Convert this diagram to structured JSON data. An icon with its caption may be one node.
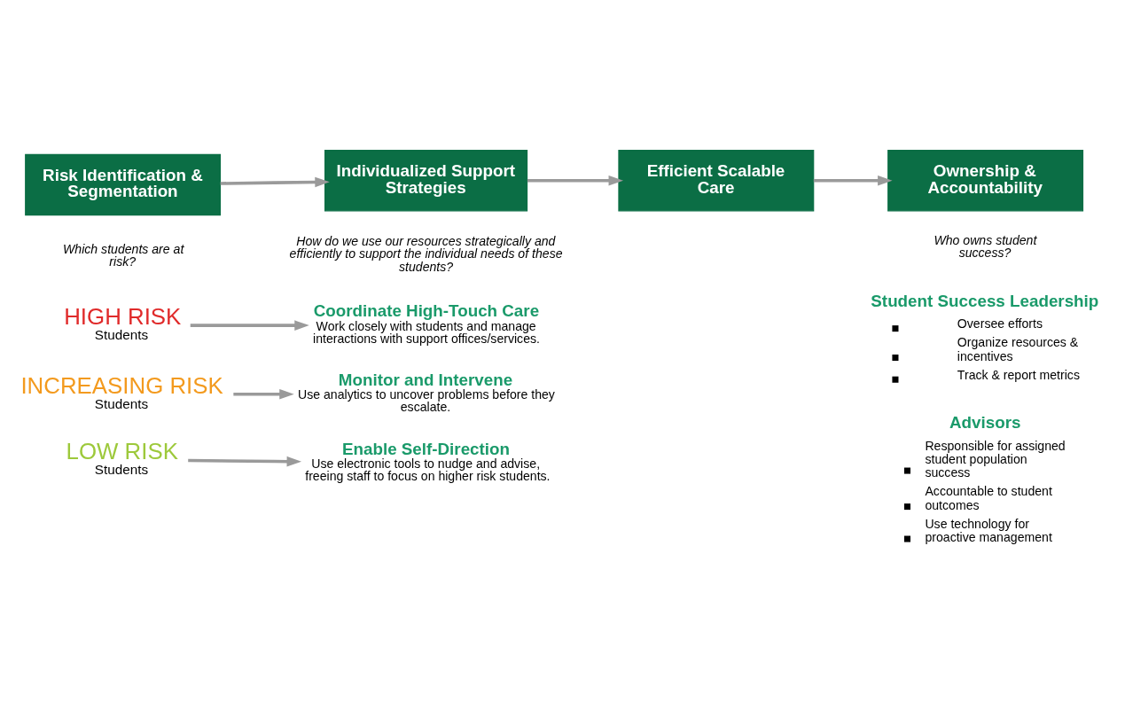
{
  "diagram": {
    "nodes": [
      {
        "text": [
          "Risk Identification & Segmentation"
        ],
        "beside": [
          "Which students are at risk?"
        ]
      },
      {
        "text": [
          "Individualized Support Strategies"
        ]
      },
      {
        "text": [
          "Efficient Scalable Care"
        ]
      },
      {
        "text": [
          "Ownership & Accountability"
        ],
        "beside": [
          "Who owns student success?"
        ]
      },
      {
        "text": [
          "HIGH RISK",
          "Students"
        ]
      },
      {
        "text": [
          "Coordinate High-Touch Care",
          "Work closely with students and manage interactions with support offices/services."
        ]
      },
      {
        "text": [
          "INCREASING RISK",
          "Students"
        ]
      },
      {
        "text": [
          "Monitor and Intervene",
          "Use analytics to uncover problems before they escalate."
        ]
      },
      {
        "text": [
          "LOW RISK",
          "Students"
        ]
      },
      {
        "text": [
          "Enable Self-Direction",
          "Use electronic tools to nudge and advise, freeing staff to focus on higher risk students."
        ]
      }
    ],
    "edges": [
      {
        "from": 0,
        "to": 1,
        "arrow": "to"
      },
      {
        "from": 1,
        "to": 2,
        "arrow": "to"
      },
      {
        "from": 2,
        "to": 3,
        "arrow": "to"
      },
      {
        "from": 4,
        "to": 5,
        "arrow": "to"
      },
      {
        "from": 6,
        "to": 7,
        "arrow": "to"
      },
      {
        "from": 8,
        "to": 9,
        "arrow": "to"
      }
    ],
    "labels": [
      "How do we use our resources strategically and efficiently to support the individual needs of these students?",
      "Student Success Leadership",
      "Oversee efforts",
      "Organize resources & incentives",
      "Track & report metrics",
      "Advisors",
      "Responsible for assigned student population success",
      "Accountable to student outcomes",
      "Use technology for proactive management"
    ]
  }
}
